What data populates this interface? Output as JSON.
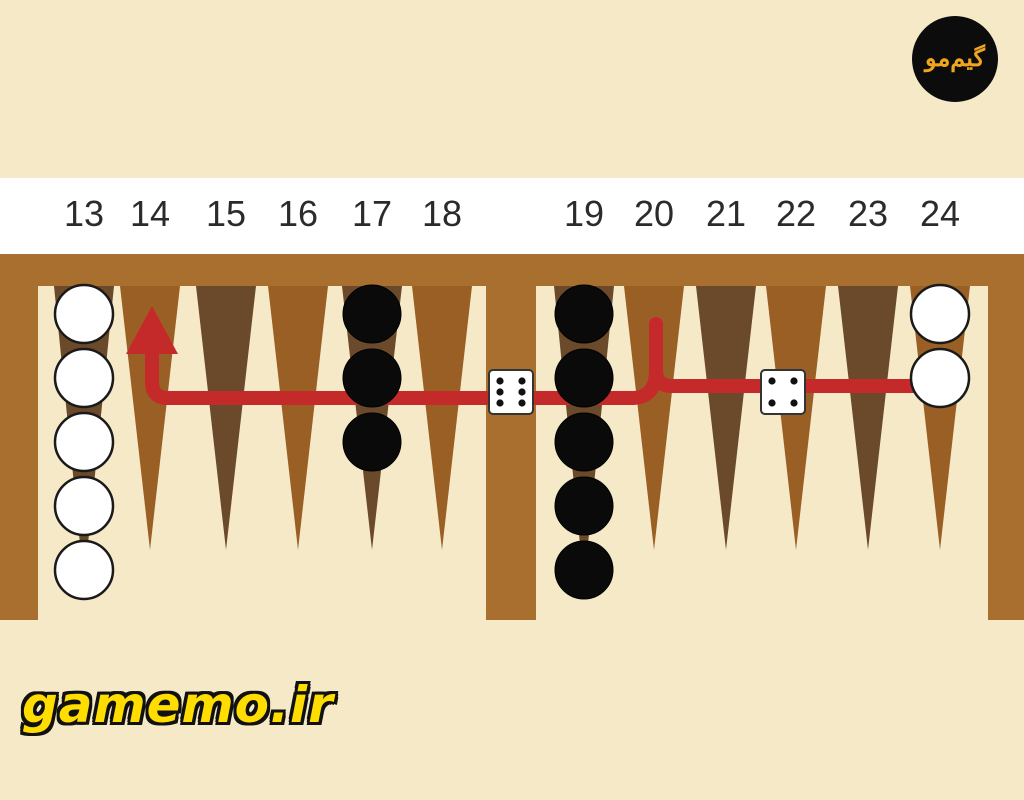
{
  "logo": {
    "text": "گیم‌مو",
    "icon": "gamemo-logo-icon"
  },
  "watermark": {
    "text": "gamemo.ir"
  },
  "colors": {
    "background": "#f6e9c8",
    "frame": "#a86f2e",
    "point_dark": "#6b4a2b",
    "point_light": "#9a5f24",
    "move_arrow": "#c42a2a",
    "checker_white": "#ffffff",
    "checker_black": "#0a0a0a"
  },
  "board": {
    "point_numbers": [
      "13",
      "14",
      "15",
      "16",
      "17",
      "18",
      "19",
      "20",
      "21",
      "22",
      "23",
      "24"
    ],
    "checkers": [
      {
        "point": 13,
        "color": "white",
        "count": 5
      },
      {
        "point": 17,
        "color": "black",
        "count": 3
      },
      {
        "point": 19,
        "color": "black",
        "count": 5
      },
      {
        "point": 24,
        "color": "white",
        "count": 2
      }
    ],
    "dice": [
      {
        "value": 6,
        "position": "bar"
      },
      {
        "value": 4,
        "position": "point-22"
      }
    ],
    "move": {
      "from_point": 24,
      "to_point": 14,
      "via": "bar"
    }
  }
}
